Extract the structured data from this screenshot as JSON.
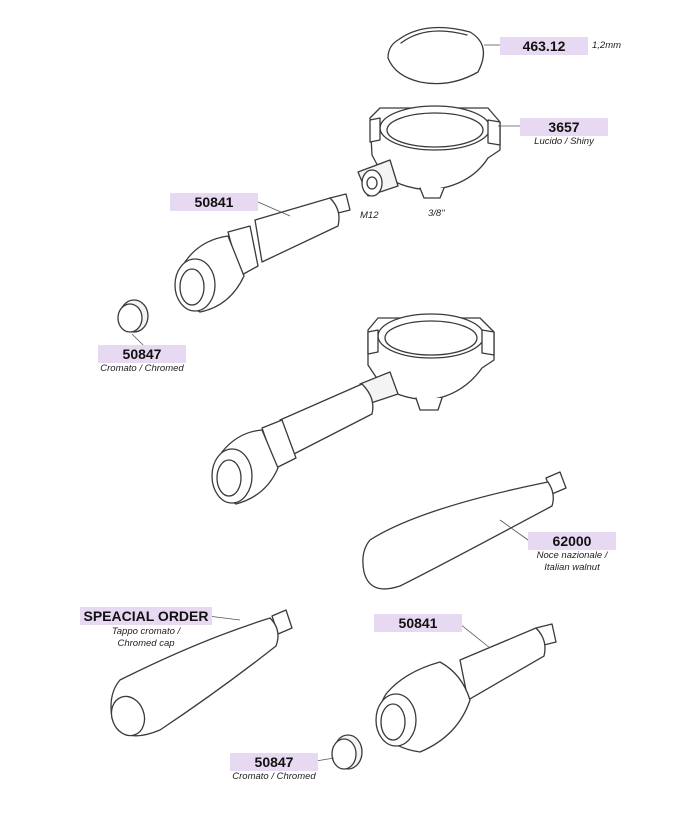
{
  "callouts": {
    "gasket": {
      "code": "463.12",
      "note": "1,2mm"
    },
    "spout": {
      "code": "3657",
      "note": "Lucido / Shiny"
    },
    "handle_top": {
      "code": "50841"
    },
    "thread_m": "M12",
    "thread_in": "3/8\"",
    "cap_top": {
      "code": "50847",
      "note": "Cromato / Chromed"
    },
    "walnut": {
      "code": "62000",
      "note_line1": "Noce nazionale /",
      "note_line2": "Italian walnut"
    },
    "special": {
      "code": "SPEACIAL ORDER",
      "note_line1": "Tappo cromato /",
      "note_line2": "Chromed cap"
    },
    "handle_bottom": {
      "code": "50841"
    },
    "cap_bottom": {
      "code": "50847",
      "note": "Cromato / Chromed"
    }
  },
  "colors": {
    "tag_background": "#e8d9f3",
    "line": "#3a3a3a"
  }
}
